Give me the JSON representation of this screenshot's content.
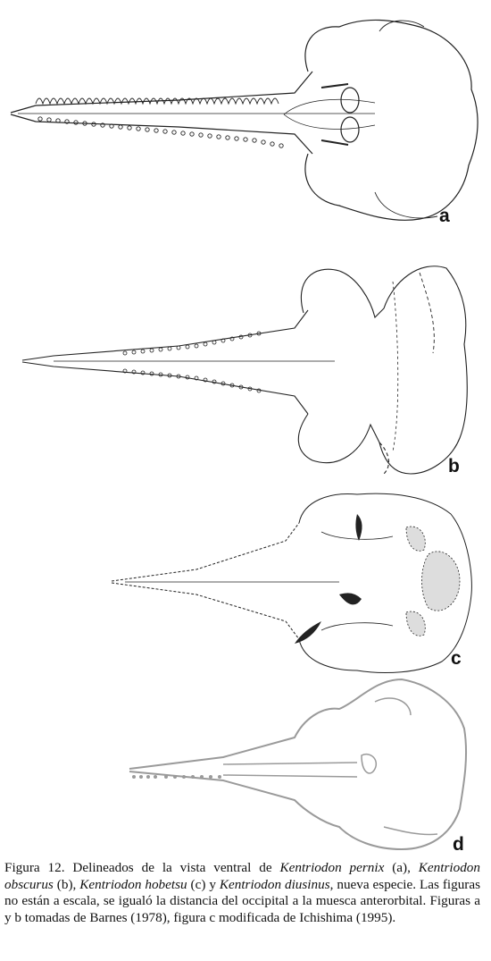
{
  "figure": {
    "panels": [
      {
        "id": "a",
        "label": "a"
      },
      {
        "id": "b",
        "label": "b"
      },
      {
        "id": "c",
        "label": "c"
      },
      {
        "id": "d",
        "label": "d"
      }
    ],
    "caption": {
      "lead": "Figura 12. Delineados de la vista ventral de ",
      "species_a": "Kentriodon pernix",
      "ref_a": " (a), ",
      "species_b": "Kentriodon obscurus",
      "ref_b": " (b), ",
      "species_c": "Kentriodon hobetsu",
      "ref_c": " (c) y ",
      "species_d": "Kentriodon diusinus",
      "tail": ", nueva especie. Las figuras no están a escala, se igualó la distancia del occipital a la muesca anterorbital. Figuras a y b tomadas de Barnes (1978), figura c modificada de Ichishima (1995)."
    },
    "colors": {
      "ink": "#222222",
      "panel_d_line": "#9a9a9a"
    }
  }
}
